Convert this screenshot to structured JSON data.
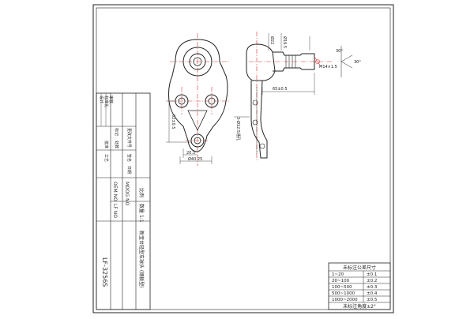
{
  "title_block": {
    "part_no": "LF-3256S",
    "oem_label": "OEM NO",
    "moog_label": "MOOG NO",
    "lf_label": "LF NO",
    "scale_label": "比例",
    "scale_value": "1:1",
    "qty_label": "数量",
    "part_name": "新宝台轻型车球头 (钢板型)"
  },
  "sign_fields": [
    "标记",
    "处数",
    "更改文件号",
    "签名",
    "日期"
  ],
  "sign_rows": [
    "设计",
    "标准化",
    "审核",
    "批准",
    "工艺"
  ],
  "tolerance_table": {
    "header": "未标注公差尺寸",
    "rows": [
      [
        "1~20",
        "±0.1"
      ],
      [
        "20~100",
        "±0.2"
      ],
      [
        "100~500",
        "±0.3"
      ],
      [
        "500~1000",
        "±0.4"
      ],
      [
        "1000~2000",
        "±0.5"
      ]
    ],
    "footer": "未标注角度±2°"
  },
  "dimensions": {
    "d1": "20.5",
    "d2": "Ø40.25",
    "d3": "52±0.5",
    "d4": "3-Ø12.5通孔",
    "d5": "65±0.5",
    "d6": "M14×1.5",
    "d7": "Ø16.5",
    "d8": "Ø22",
    "angle": "30°"
  }
}
